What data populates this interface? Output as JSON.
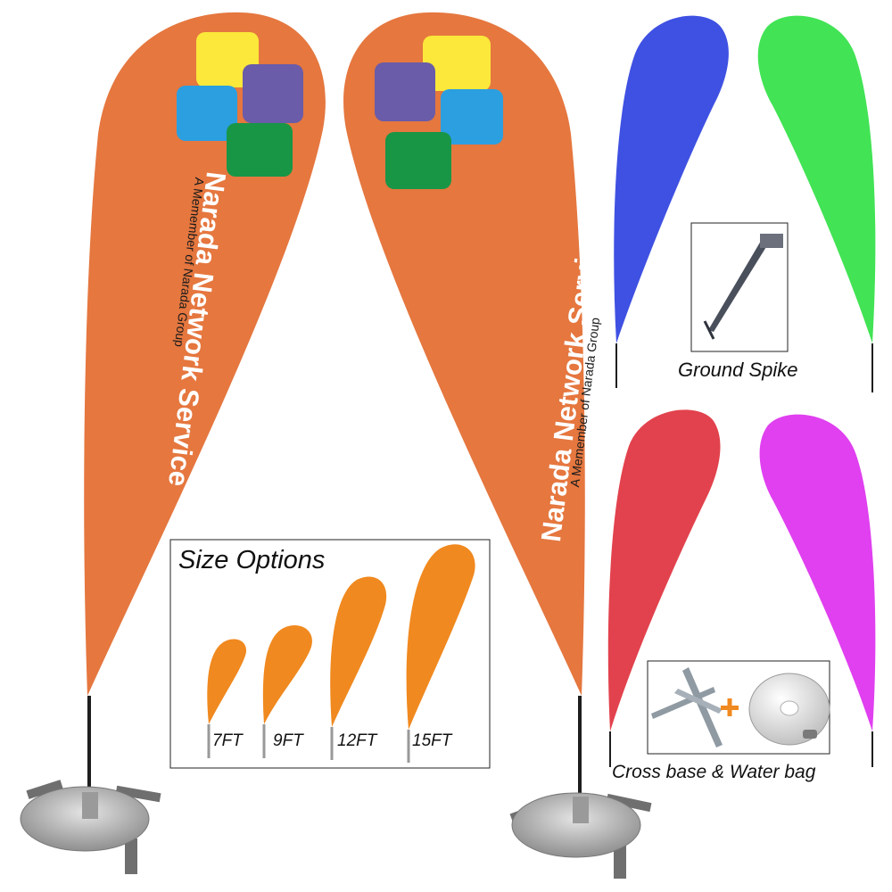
{
  "flags": {
    "left": {
      "title": "Narada Network Service",
      "subtitle": "A Memember of Narada Group",
      "color": "#E5773F"
    },
    "right": {
      "title": "Narada Network Service",
      "subtitle": "A Memember of Narada Group",
      "color": "#E5773F"
    }
  },
  "logo_colors": [
    "#FBE83A",
    "#6A5CA8",
    "#2B9FE0",
    "#189646"
  ],
  "color_flags": [
    "#3F51E2",
    "#42E355",
    "#E2424D",
    "#E040F0"
  ],
  "size_options": {
    "title": "Size Options",
    "color": "#F0891F",
    "sizes": [
      "7FT",
      "9FT",
      "12FT",
      "15FT"
    ]
  },
  "accessories": {
    "ground_spike": "Ground Spike",
    "cross_base": "Cross base & Water bag",
    "plus_color": "#F0891F"
  }
}
